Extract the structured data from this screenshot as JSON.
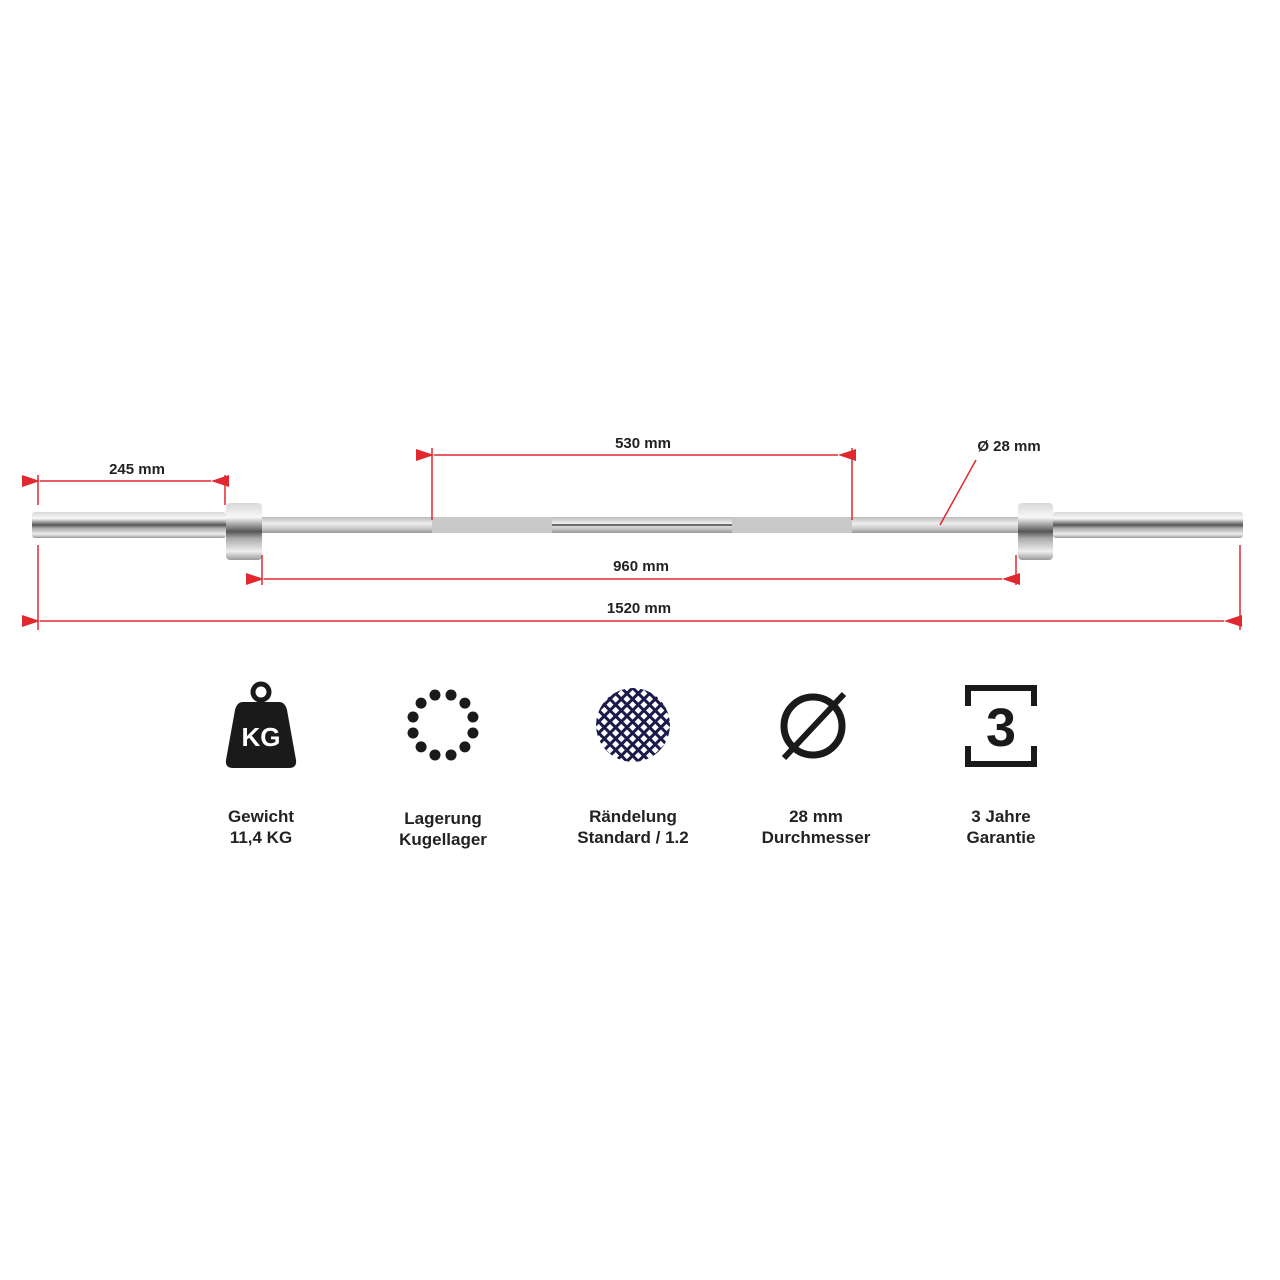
{
  "dimensions": {
    "sleeve": "245 mm",
    "knurl_span": "530 mm",
    "diameter": "Ø 28 mm",
    "inner_length": "960 mm",
    "total_length": "1520 mm"
  },
  "colors": {
    "dimension_line": "#e0282e",
    "icon": "#1a1a1a",
    "knurl_icon": "#1c1a4a"
  },
  "features": [
    {
      "icon": "kg-weight-icon",
      "icon_text": "KG",
      "line1": "Gewicht",
      "line2": "11,4 KG"
    },
    {
      "icon": "ball-bearing-icon",
      "line1": "Lagerung",
      "line2": "Kugellager"
    },
    {
      "icon": "knurling-icon",
      "line1": "Rändelung",
      "line2": "Standard / 1.2"
    },
    {
      "icon": "diameter-icon",
      "line1": "28 mm",
      "line2": "Durchmesser"
    },
    {
      "icon": "three-year-icon",
      "icon_text": "3",
      "line1": "3 Jahre",
      "line2": "Garantie"
    }
  ]
}
